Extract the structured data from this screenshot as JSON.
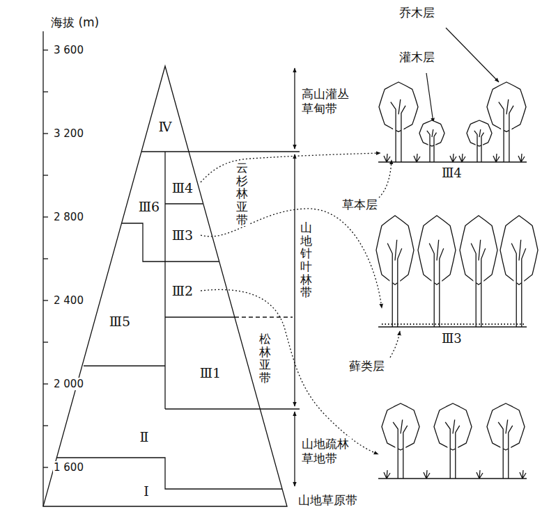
{
  "diagram": {
    "nodes": [
      {
        "text": [
          "Ⅳ"
        ]
      },
      {
        "text": [
          "Ⅲ6"
        ]
      },
      {
        "text": [
          "Ⅲ4"
        ]
      },
      {
        "text": [
          "Ⅲ3"
        ]
      },
      {
        "text": [
          "Ⅲ5"
        ]
      },
      {
        "text": [
          "Ⅲ2"
        ]
      },
      {
        "text": [
          "Ⅲ1"
        ]
      },
      {
        "text": [
          "Ⅱ"
        ]
      },
      {
        "text": [
          "Ⅰ"
        ]
      }
    ],
    "labels": [
      "海拔 (m)",
      "3 600",
      "3 200",
      "2 800",
      "2 400",
      "2 000",
      "1 600",
      "高山灌丛草甸带",
      "云杉林亚带",
      "山地针叶林带",
      "松林亚带",
      "山地疏林草地带",
      "山地草原带",
      "乔木层",
      "灌木层",
      "Ⅲ4",
      "草本层",
      "Ⅲ3",
      "藓类层"
    ]
  }
}
